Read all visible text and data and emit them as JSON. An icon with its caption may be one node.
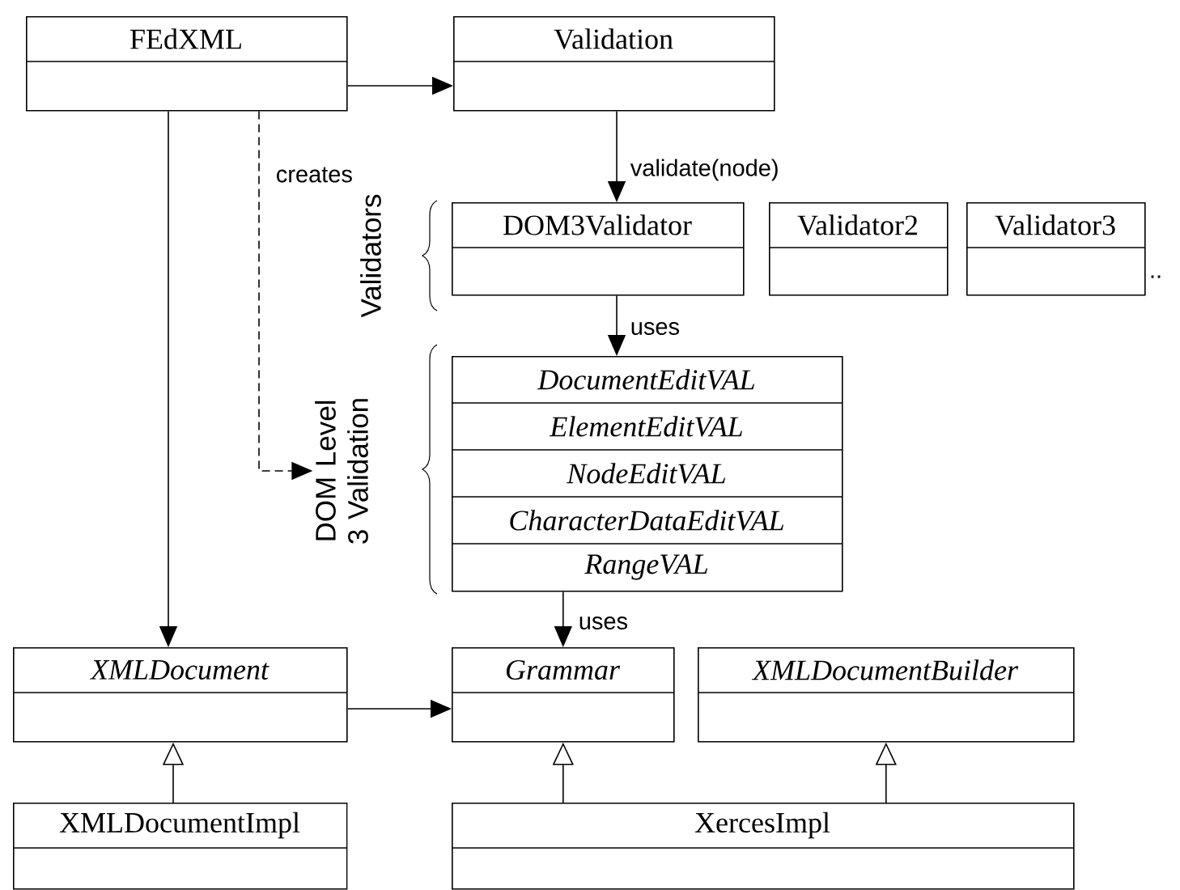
{
  "diagram": {
    "nodes": [
      {
        "text": [
          "FEdXML"
        ]
      },
      {
        "text": [
          "Validation"
        ]
      },
      {
        "text": [
          "DOM3Validator"
        ]
      },
      {
        "text": [
          "Validator2"
        ]
      },
      {
        "text": [
          "Validator3"
        ]
      },
      {
        "text": [
          "DocumentEditVAL",
          "ElementEditVAL",
          "NodeEditVAL",
          "CharacterDataEditVAL",
          "RangeVAL"
        ]
      },
      {
        "text": [
          "DOM Level 3 Validation"
        ]
      },
      {
        "text": [
          "XMLDocument"
        ]
      },
      {
        "text": [
          "Grammar"
        ]
      },
      {
        "text": [
          "XMLDocumentBuilder"
        ]
      },
      {
        "text": [
          "XMLDocumentImpl"
        ]
      },
      {
        "text": [
          "XercesImpl"
        ]
      }
    ],
    "edges": [
      {
        "from": 0,
        "to": 1,
        "arrow": "to"
      },
      {
        "from": 1,
        "to": 2,
        "arrow": "to",
        "label": "validate(node)"
      },
      {
        "from": 2,
        "to": 5,
        "arrow": "to",
        "label": "uses"
      },
      {
        "from": 5,
        "to": 8,
        "arrow": "to",
        "label": "uses"
      },
      {
        "from": 0,
        "to": 7,
        "arrow": "to"
      },
      {
        "from": 0,
        "to": 6,
        "arrow": "to",
        "label": "creates",
        "style": "dashed"
      },
      {
        "from": 7,
        "to": 8,
        "arrow": "to"
      },
      {
        "from": 10,
        "to": 7,
        "arrow": "to"
      },
      {
        "from": 11,
        "to": 8,
        "arrow": "to"
      },
      {
        "from": 11,
        "to": 9,
        "arrow": "to"
      }
    ],
    "labels": [
      "Validators",
      ".."
    ]
  }
}
